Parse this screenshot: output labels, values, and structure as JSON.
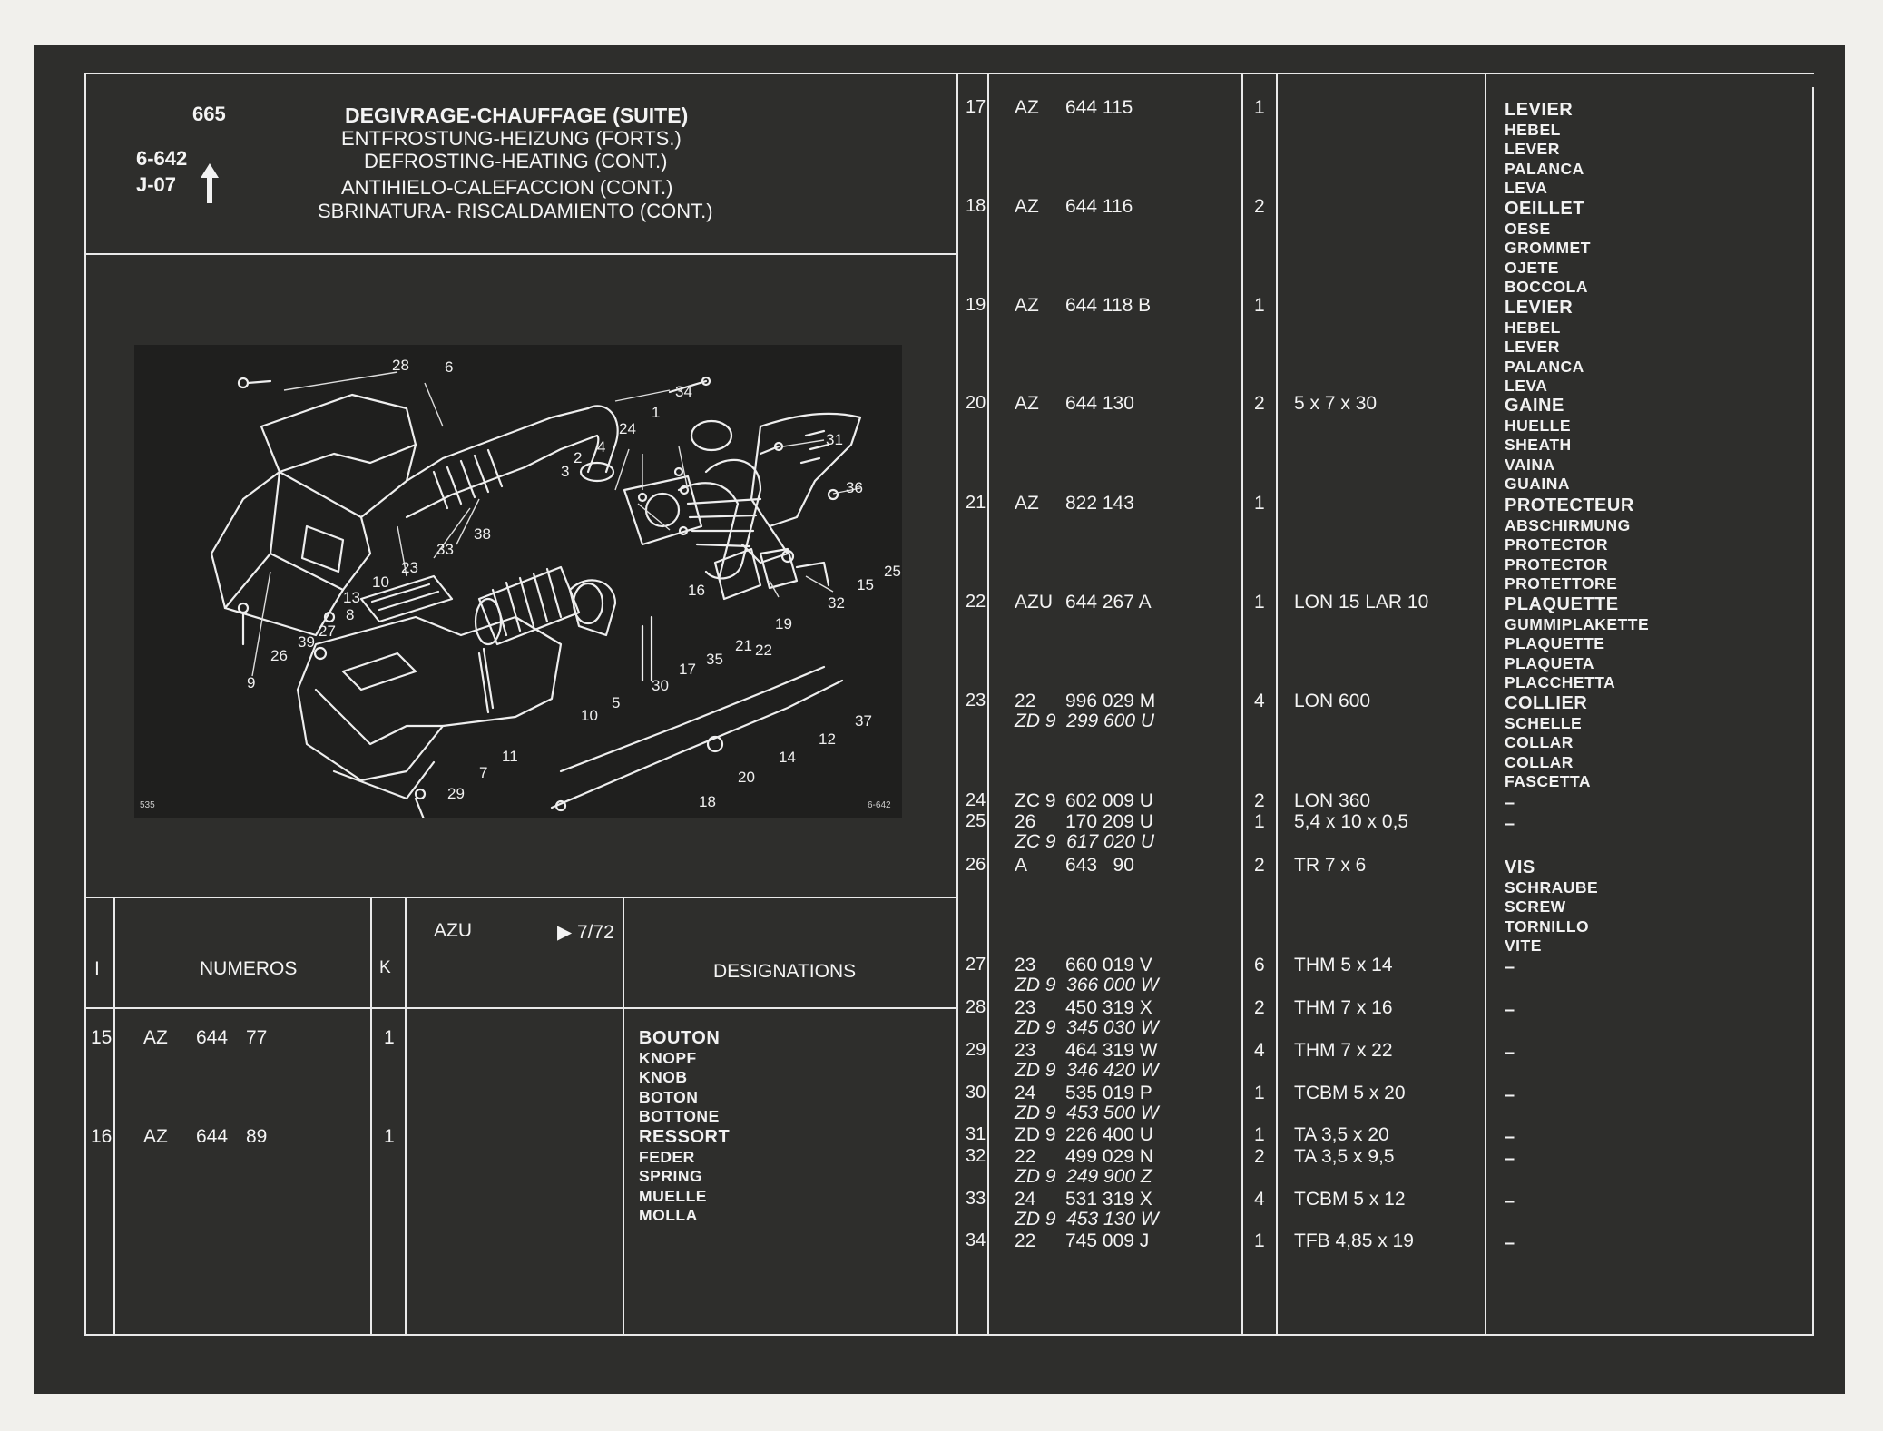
{
  "header": {
    "page_number": "665",
    "ref1": "6-642",
    "ref2": "J-07",
    "arrow": "up-arrow-icon",
    "titles": [
      "DEGIVRAGE-CHAUFFAGE (SUITE)",
      "ENTFROSTUNG-HEIZUNG (FORTS.)",
      "DEFROSTING-HEATING (CONT.)",
      "ANTIHIELO-CALEFACCION (CONT.)",
      "SBRINATURA- RISCALDAMIENTO (CONT.)"
    ]
  },
  "diagram": {
    "code_left": "535",
    "code_right": "6-642",
    "callouts": [
      "28",
      "6",
      "34",
      "31",
      "24",
      "1",
      "36",
      "2",
      "4",
      "3",
      "38",
      "33",
      "23",
      "10",
      "13",
      "8",
      "27",
      "26",
      "39",
      "9",
      "16",
      "15",
      "25",
      "32",
      "21",
      "19",
      "22",
      "17",
      "35",
      "30",
      "10",
      "5",
      "11",
      "7",
      "29",
      "12",
      "37",
      "14",
      "20",
      "18"
    ]
  },
  "table_header": {
    "col_i": "I",
    "col_numeros": "NUMEROS",
    "col_k": "K",
    "azu": "AZU",
    "azu_date": "▶ 7/72",
    "col_designations": "DESIGNATIONS"
  },
  "left_rows": [
    {
      "item": "15",
      "prefix": "AZ",
      "num": "644",
      "suffix": "77",
      "qty": "1",
      "desig": [
        "BOUTON",
        "KNOPF",
        "KNOB",
        "BOTON",
        "BOTTONE"
      ]
    },
    {
      "item": "16",
      "prefix": "AZ",
      "num": "644",
      "suffix": "89",
      "qty": "1",
      "desig": [
        "RESSORT",
        "FEDER",
        "SPRING",
        "MUELLE",
        "MOLLA"
      ]
    }
  ],
  "right_rows": [
    {
      "item": "17",
      "p1": "AZ",
      "p2": "644 115",
      "alt": "",
      "qty": "1",
      "spec": "",
      "desig": [
        "LEVIER",
        "HEBEL",
        "LEVER",
        "PALANCA",
        "LEVA"
      ]
    },
    {
      "item": "18",
      "p1": "AZ",
      "p2": "644 116",
      "alt": "",
      "qty": "2",
      "spec": "",
      "desig": [
        "OEILLET",
        "OESE",
        "GROMMET",
        "OJETE",
        "BOCCOLA"
      ]
    },
    {
      "item": "19",
      "p1": "AZ",
      "p2": "644 118 B",
      "alt": "",
      "qty": "1",
      "spec": "",
      "desig": [
        "LEVIER",
        "HEBEL",
        "LEVER",
        "PALANCA",
        "LEVA"
      ]
    },
    {
      "item": "20",
      "p1": "AZ",
      "p2": "644 130",
      "alt": "",
      "qty": "2",
      "spec": "5 x 7 x 30",
      "desig": [
        "GAINE",
        "HUELLE",
        "SHEATH",
        "VAINA",
        "GUAINA"
      ]
    },
    {
      "item": "21",
      "p1": "AZ",
      "p2": "822 143",
      "alt": "",
      "qty": "1",
      "spec": "",
      "desig": [
        "PROTECTEUR",
        "ABSCHIRMUNG",
        "PROTECTOR",
        "PROTECTOR",
        "PROTETTORE"
      ]
    },
    {
      "item": "22",
      "p1": "AZU",
      "p2": "644 267 A",
      "alt": "",
      "qty": "1",
      "spec": "LON 15 LAR 10",
      "desig": [
        "PLAQUETTE",
        "GUMMIPLAKETTE",
        "PLAQUETTE",
        "PLAQUETA",
        "PLACCHETTA"
      ]
    },
    {
      "item": "23",
      "p1": "22",
      "p2": "996 029 M",
      "alt": "ZD 9  299 600 U",
      "qty": "4",
      "spec": "LON 600",
      "desig": [
        "COLLIER",
        "SCHELLE",
        "COLLAR",
        "COLLAR",
        "FASCETTA"
      ]
    },
    {
      "item": "24",
      "p1": "ZC 9",
      "p2": "602 009 U",
      "alt": "",
      "qty": "2",
      "spec": "LON 360",
      "desig": [
        "–"
      ]
    },
    {
      "item": "25",
      "p1": "26",
      "p2": "170 209 U",
      "alt": "ZC 9  617 020 U",
      "qty": "1",
      "spec": "5,4 x 10 x 0,5",
      "desig": [
        "–"
      ]
    },
    {
      "item": "26",
      "p1": "A",
      "p2": "643   90",
      "alt": "",
      "qty": "2",
      "spec": "TR 7 x 6",
      "desig": [
        "VIS",
        "SCHRAUBE",
        "SCREW",
        "TORNILLO",
        "VITE"
      ]
    },
    {
      "item": "27",
      "p1": "23",
      "p2": "660 019 V",
      "alt": "ZD 9  366 000 W",
      "qty": "6",
      "spec": "THM 5 x 14",
      "desig": [
        "–"
      ]
    },
    {
      "item": "28",
      "p1": "23",
      "p2": "450 319 X",
      "alt": "ZD 9  345 030 W",
      "qty": "2",
      "spec": "THM 7 x 16",
      "desig": [
        "–"
      ]
    },
    {
      "item": "29",
      "p1": "23",
      "p2": "464 319 W",
      "alt": "ZD 9  346 420 W",
      "qty": "4",
      "spec": "THM 7 x 22",
      "desig": [
        "–"
      ]
    },
    {
      "item": "30",
      "p1": "24",
      "p2": "535 019 P",
      "alt": "ZD 9  453 500 W",
      "qty": "1",
      "spec": "TCBM 5 x 20",
      "desig": [
        "–"
      ]
    },
    {
      "item": "31",
      "p1": "ZD 9",
      "p2": "226 400 U",
      "alt": "",
      "qty": "1",
      "spec": "TA 3,5 x 20",
      "desig": [
        "–"
      ]
    },
    {
      "item": "32",
      "p1": "22",
      "p2": "499 029 N",
      "alt": "ZD 9  249 900 Z",
      "qty": "2",
      "spec": "TA 3,5 x 9,5",
      "desig": [
        "–"
      ]
    },
    {
      "item": "33",
      "p1": "24",
      "p2": "531 319 X",
      "alt": "ZD 9  453 130 W",
      "qty": "4",
      "spec": "TCBM 5 x 12",
      "desig": [
        "–"
      ]
    },
    {
      "item": "34",
      "p1": "22",
      "p2": "745 009 J",
      "alt": "",
      "qty": "1",
      "spec": "TFB 4,85 x 19",
      "desig": [
        "–"
      ]
    }
  ]
}
